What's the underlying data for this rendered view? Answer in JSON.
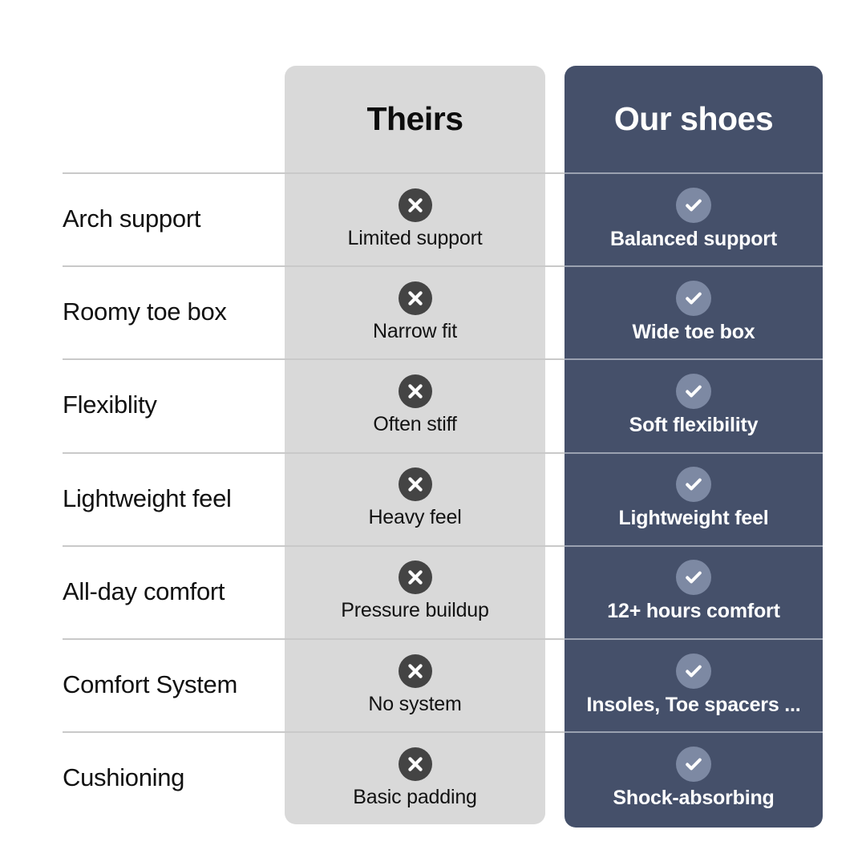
{
  "table": {
    "columns": [
      {
        "key": "feature",
        "label": ""
      },
      {
        "key": "theirs",
        "label": "Theirs"
      },
      {
        "key": "ours",
        "label": "Our shoes"
      }
    ],
    "header": {
      "theirs_label": "Theirs",
      "ours_label": "Our shoes"
    },
    "icons": {
      "negative": "cross-circle-icon",
      "positive": "check-circle-icon"
    },
    "colors": {
      "theirs_panel": "#d9d9d9",
      "ours_panel": "#45506a",
      "cross_badge": "#444444",
      "check_badge": "#7d89a3",
      "divider": "#c9c9c9",
      "divider_on_dark": "#9aa1b0",
      "text_dark": "#111111",
      "text_light": "#ffffff",
      "page_background": "#ffffff"
    },
    "rows": [
      {
        "feature": "Arch support",
        "theirs": "Limited support",
        "ours": "Balanced support"
      },
      {
        "feature": "Roomy toe box",
        "theirs": "Narrow fit",
        "ours": "Wide toe box"
      },
      {
        "feature": "Flexiblity",
        "theirs": "Often stiff",
        "ours": "Soft flexibility"
      },
      {
        "feature": "Lightweight feel",
        "theirs": "Heavy feel",
        "ours": "Lightweight feel"
      },
      {
        "feature": "All-day comfort",
        "theirs": "Pressure buildup",
        "ours": "12+ hours comfort"
      },
      {
        "feature": "Comfort System",
        "theirs": "No system",
        "ours": "Insoles, Toe spacers ..."
      },
      {
        "feature": "Cushioning",
        "theirs": "Basic padding",
        "ours": "Shock-absorbing"
      }
    ]
  }
}
